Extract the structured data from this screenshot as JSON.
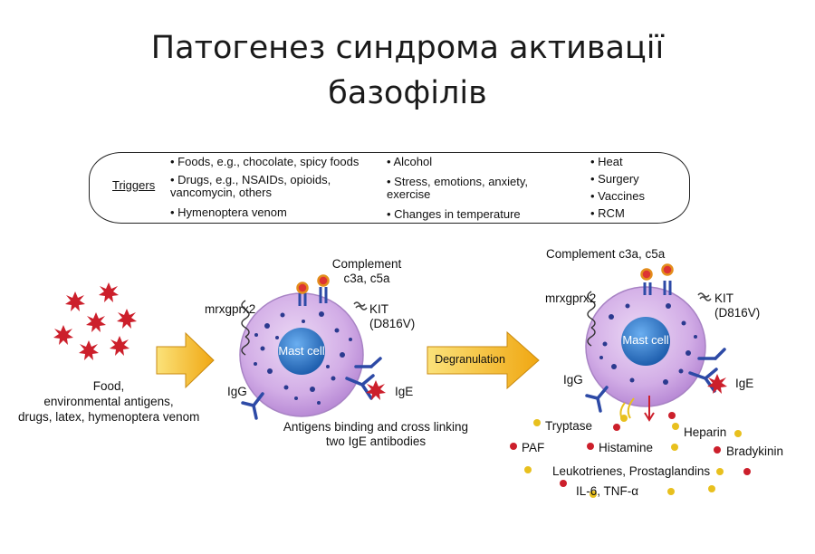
{
  "title": {
    "line1": "Патогенез синдрома активації",
    "line2": "базофілів"
  },
  "triggers": {
    "heading": "Triggers",
    "col1": [
      "• Foods, e.g., chocolate, spicy foods",
      "• Drugs, e.g., NSAIDs, opioids,",
      "vancomycin, others",
      "• Hymenoptera venom"
    ],
    "col2": [
      "• Alcohol",
      "• Stress, emotions, anxiety,",
      "exercise",
      "• Changes in temperature"
    ],
    "col3": [
      "• Heat",
      "• Surgery",
      "• Vaccines",
      "• RCM"
    ]
  },
  "left_panel": {
    "caption": [
      "Food,",
      "environmental antigens,",
      "drugs, latex, hymenoptera venom"
    ]
  },
  "middle_panel": {
    "complement": [
      "Complement",
      "c3a, c5a"
    ],
    "mrgprx2": "mrxgprx2",
    "kit": [
      "KIT",
      "(D816V)"
    ],
    "cell": "Mast cell",
    "igg": "IgG",
    "ige": "IgE",
    "caption": [
      "Antigens binding and cross linking",
      "two IgE antibodies"
    ]
  },
  "degranulation_arrow": "Degranulation",
  "right_panel": {
    "complement": "Complement c3a, c5a",
    "mrgprx2": "mrxgprx2",
    "kit": [
      "KIT",
      "(D816V)"
    ],
    "cell": "Mast cell",
    "igg": "IgG",
    "ige": "IgE",
    "mediators": {
      "tryptase": "Tryptase",
      "heparin": "Heparin",
      "paf": "PAF",
      "histamine": "Histamine",
      "bradykinin": "Bradykinin",
      "leukotrienes": "Leukotrienes, Prostaglandins",
      "il6": "IL-6, TNF-α"
    }
  },
  "colors": {
    "cell_outer": "#d6b3e8",
    "nucleus": "#2f78c7",
    "granule": "#2b3a8f",
    "antigen": "#cc1f2b",
    "arrow_fill": "#f3b21a",
    "antibody": "#2d4aa6",
    "yellow_granule": "#e8c01e"
  }
}
